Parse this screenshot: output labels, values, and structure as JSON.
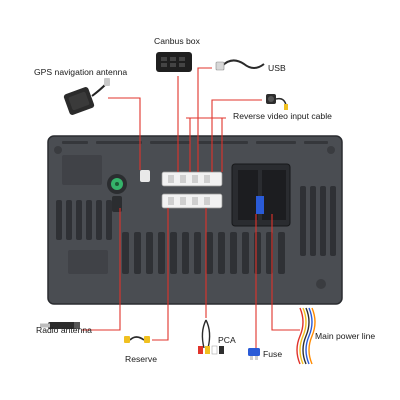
{
  "labels": {
    "canbus_box": "Canbus box",
    "gps_antenna": "GPS navigation antenna",
    "usb": "USB",
    "reverse_video": "Reverse video input cable",
    "radio_antenna": "Radio antenna",
    "reserve": "Reserve",
    "pca": "PCA",
    "fuse": "Fuse",
    "main_power": "Main power line"
  },
  "colors": {
    "callout_line": "#e0332b",
    "unit_body": "#4a4d52",
    "unit_dark": "#2f3135",
    "connector": "#f2f2f2",
    "gps_jack": "#35b36a",
    "fuse_blue": "#2a5bd7"
  },
  "icons": {
    "gps_module": "gps-antenna-icon",
    "canbus_module": "canbus-box-icon",
    "usb_cable": "usb-cable-icon",
    "camera": "camera-icon",
    "radio_plug": "radio-antenna-plug-icon",
    "rca_plug": "reserve-rca-icon",
    "pca_harness": "pca-harness-icon",
    "fuse": "fuse-icon",
    "power_harness": "power-harness-icon"
  }
}
